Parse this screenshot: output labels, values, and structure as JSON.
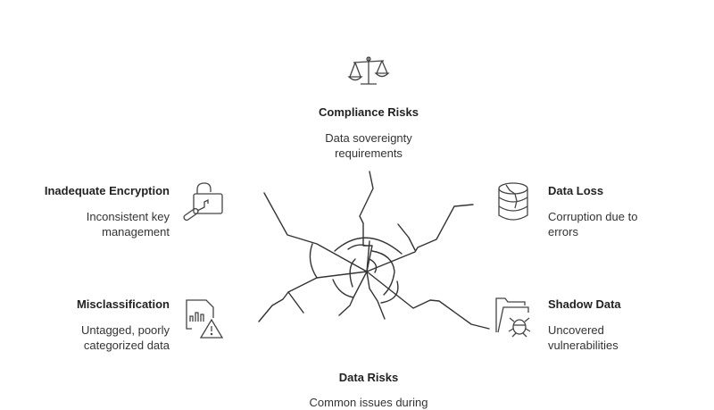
{
  "center": {
    "title": "Data Risks",
    "description": "Common issues during"
  },
  "nodes": [
    {
      "title": "Compliance Risks",
      "description_lines": [
        "Data sovereignty",
        "requirements"
      ],
      "icon": "scales-icon"
    },
    {
      "title": "Inadequate Encryption",
      "description_lines": [
        "Inconsistent key",
        "management"
      ],
      "icon": "broken-lock-icon"
    },
    {
      "title": "Data Loss",
      "description_lines": [
        "Corruption due to",
        "errors"
      ],
      "icon": "cracked-database-icon"
    },
    {
      "title": "Misclassification",
      "description_lines": [
        "Untagged, poorly",
        "categorized data"
      ],
      "icon": "document-chart-warning-icon"
    },
    {
      "title": "Shadow Data",
      "description_lines": [
        "Uncovered",
        "vulnerabilities"
      ],
      "icon": "folder-bug-icon"
    }
  ]
}
